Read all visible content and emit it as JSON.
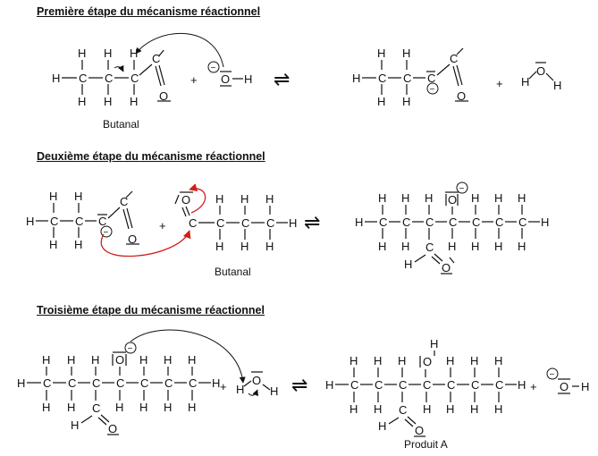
{
  "steps": [
    {
      "title": "Première étape du mécanisme réactionnel"
    },
    {
      "title": "Deuxième étape du mécanisme réactionnel"
    },
    {
      "title": "Troisième étape du mécanisme réactionnel"
    }
  ],
  "labels": {
    "butanal_1": "Butanal",
    "butanal_2": "Butanal",
    "produit_a": "Produit A"
  },
  "glyphs": {
    "equilibrium": "⇌",
    "plus": "+",
    "minus": "−"
  },
  "arrow_colors": {
    "step2": "#d0201a",
    "step1": "#111111",
    "step3": "#111111"
  }
}
